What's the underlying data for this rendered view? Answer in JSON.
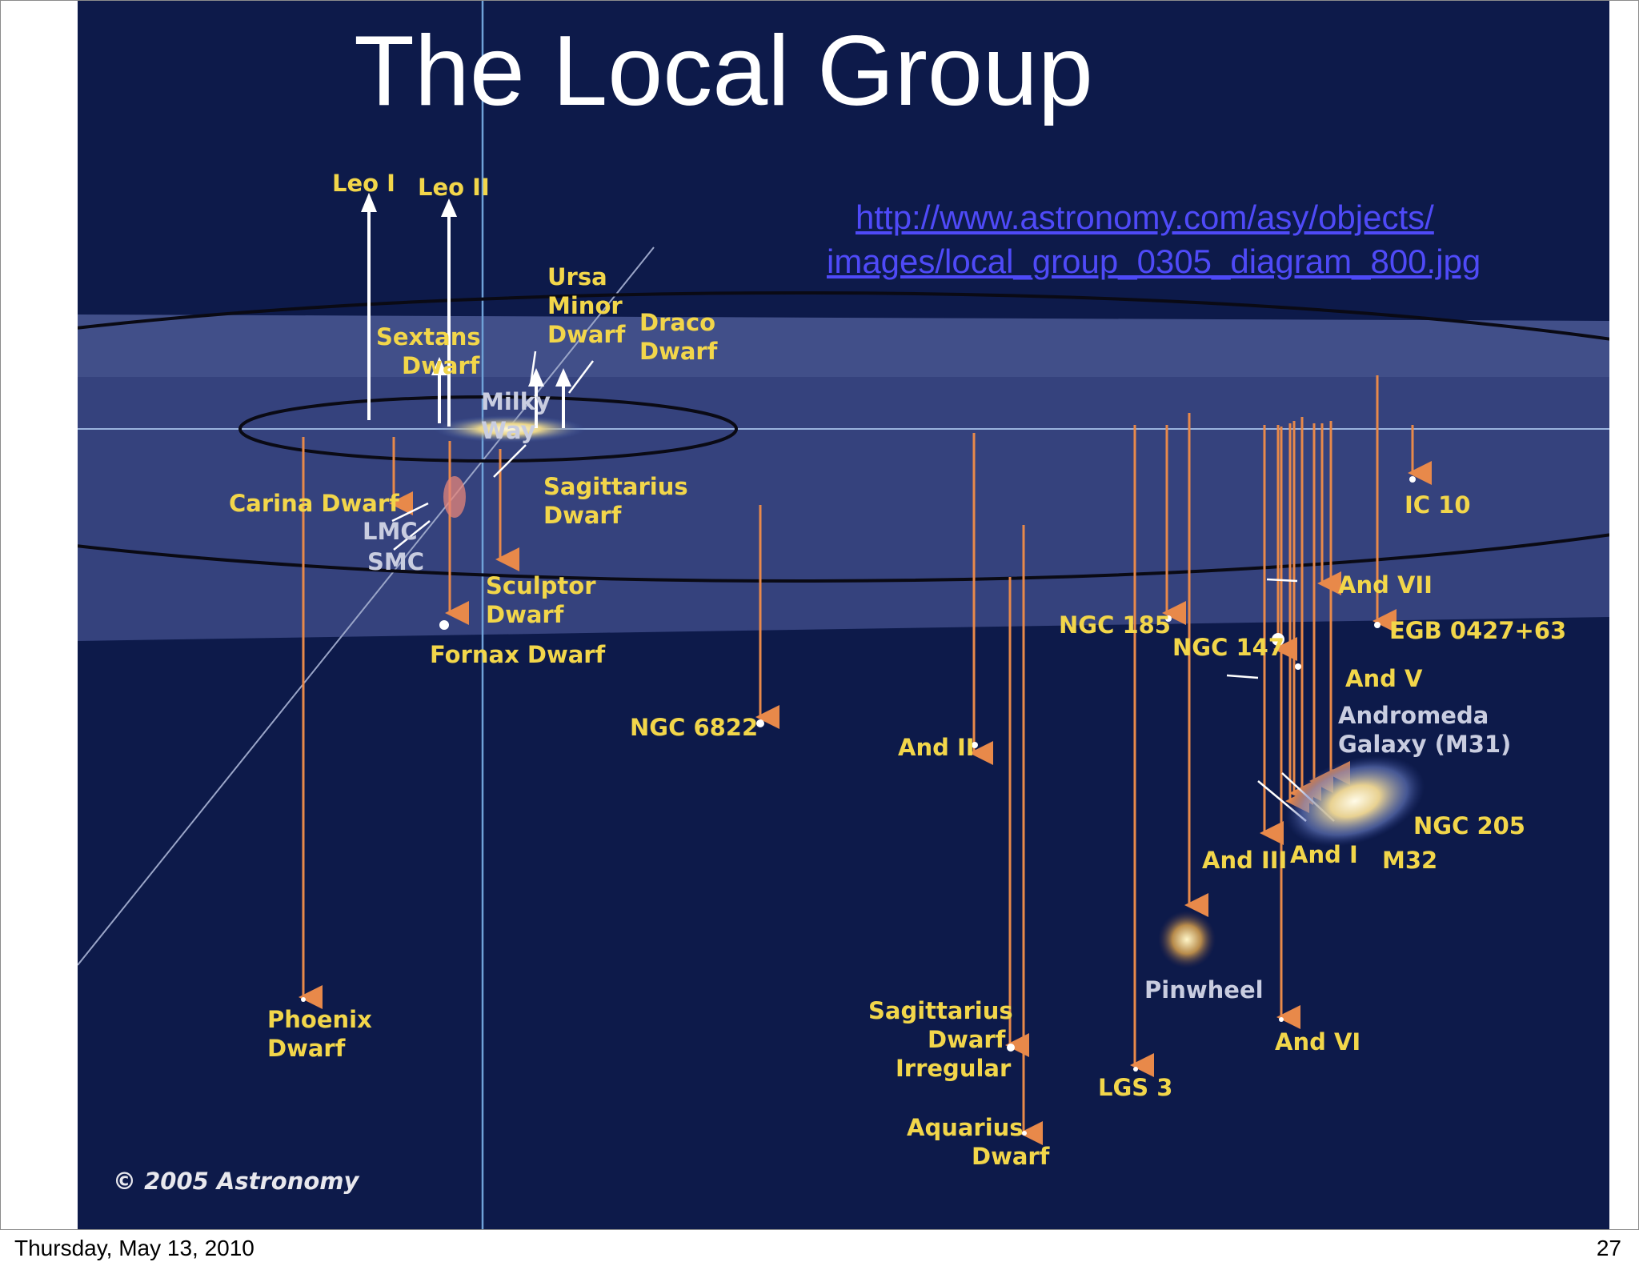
{
  "slide": {
    "title": "The Local Group",
    "source_link_line1": "http://www.astronomy.com/asy/objects/",
    "source_link_line2": "images/local_group_0305_diagram_800.jpg",
    "footer_date": "Thursday, May 13, 2010",
    "page_number": "27"
  },
  "diagram": {
    "credit": "© 2005 Astronomy",
    "colors": {
      "background": "#0d1a4a",
      "plane": "#3d4a86",
      "label_yellow": "#f2d64a",
      "label_white": "#c9cde0",
      "arrow_orange": "#e8894a",
      "arrow_white": "#ffffff",
      "link_blue": "#4f4af8"
    },
    "labels": {
      "leo_i": "Leo I",
      "leo_ii": "Leo II",
      "ursa_minor_1": "Ursa",
      "ursa_minor_2": "Minor",
      "ursa_minor_3": "Dwarf",
      "draco_1": "Draco",
      "draco_2": "Dwarf",
      "sextans_1": "Sextans",
      "sextans_2": "Dwarf",
      "milky_way_1": "Milky",
      "milky_way_2": "Way",
      "sagittarius_1": "Sagittarius",
      "sagittarius_2": "Dwarf",
      "carina": "Carina Dwarf",
      "lmc": "LMC",
      "smc": "SMC",
      "sculptor_1": "Sculptor",
      "sculptor_2": "Dwarf",
      "fornax": "Fornax Dwarf",
      "ngc6822": "NGC 6822",
      "and_ii": "And II",
      "ngc185": "NGC 185",
      "ngc147": "NGC 147",
      "ic10": "IC 10",
      "and_vii": "And VII",
      "egb": "EGB 0427+63",
      "and_v": "And V",
      "andromeda_1": "Andromeda",
      "andromeda_2": "Galaxy (M31)",
      "ngc205": "NGC 205",
      "m32": "M32",
      "and_iii": "And III",
      "and_i": "And I",
      "pinwheel": "Pinwheel",
      "and_vi": "And VI",
      "phoenix_1": "Phoenix",
      "phoenix_2": "Dwarf",
      "sag_irr_1": "Sagittarius",
      "sag_irr_2": "Dwarf",
      "sag_irr_3": "Irregular",
      "lgs3": "LGS 3",
      "aquarius_1": "Aquarius",
      "aquarius_2": "Dwarf"
    }
  }
}
